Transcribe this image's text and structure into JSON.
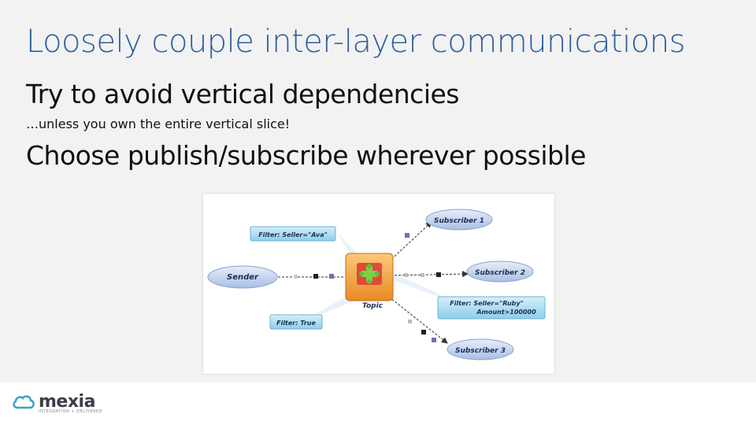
{
  "slide": {
    "title": "Loosely couple inter-layer communications",
    "bullet1": "Try to avoid vertical dependencies",
    "sub_bullet1": "…unless you own the entire vertical slice!",
    "bullet2": "Choose publish/subscribe wherever possible"
  },
  "diagram": {
    "sender": "Sender",
    "topic": "Topic",
    "subscribers": [
      "Subscriber 1",
      "Subscriber 2",
      "Subscriber 3"
    ],
    "filters": {
      "f1": "Filter: Seller=\"Ava\"",
      "f2_line1": "Filter: Seller=\"Ruby\"",
      "f2_line2": "Amount>100000",
      "f3": "Filter: True"
    }
  },
  "footer": {
    "logo_text": "mexia",
    "logo_tagline": "INTEGRATION + DELIVERED",
    "logo_icon": "cloud-icon"
  },
  "colors": {
    "title": "#2e5f9e",
    "filter_fill": "#a8daf0",
    "topic_fill": "#f5a742",
    "ellipse_fill": "#c9d7ee"
  }
}
